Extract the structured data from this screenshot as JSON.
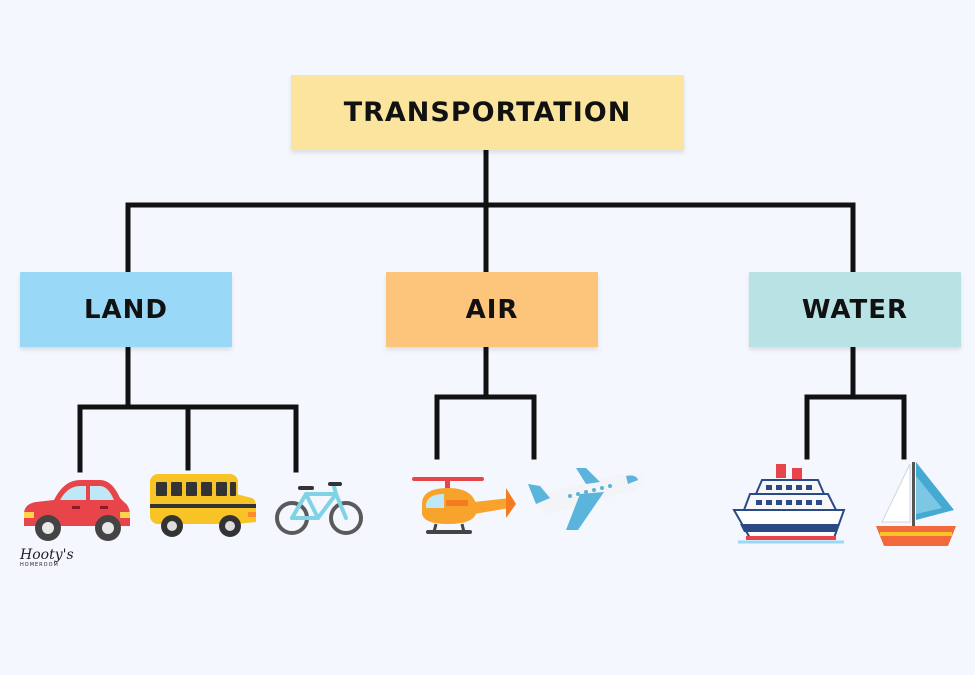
{
  "root": {
    "label": "TRANSPORTATION",
    "color": "#fbe49d"
  },
  "categories": [
    {
      "label": "LAND",
      "color": "#9ad8f7",
      "items": [
        "car-icon",
        "school-bus-icon",
        "bicycle-icon"
      ]
    },
    {
      "label": "AIR",
      "color": "#fcc57b",
      "items": [
        "helicopter-icon",
        "airplane-icon"
      ]
    },
    {
      "label": "WATER",
      "color": "#b8e2e4",
      "items": [
        "cruise-ship-icon",
        "sailboat-icon"
      ]
    }
  ],
  "logo": {
    "name": "Hooty's",
    "sub": "HOMEROOM"
  },
  "line_color": "#111111"
}
